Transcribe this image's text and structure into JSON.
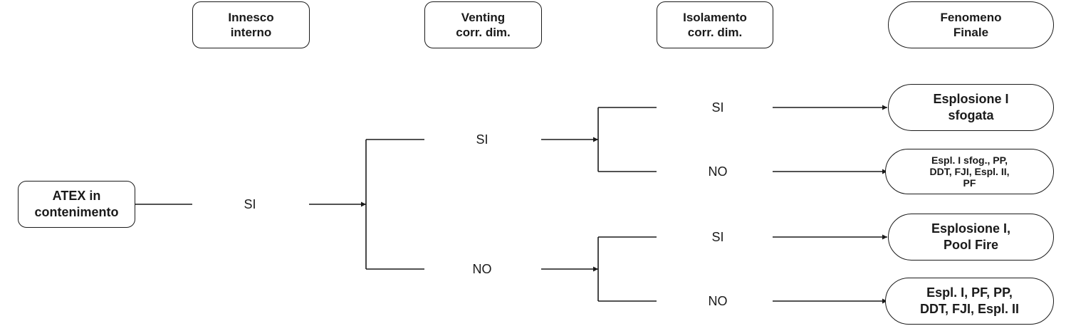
{
  "headers": {
    "innesco": [
      "Innesco",
      "interno"
    ],
    "venting": [
      "Venting",
      "corr. dim."
    ],
    "isolamento": [
      "Isolamento",
      "corr. dim."
    ],
    "fenomeno": [
      "Fenomeno",
      "Finale"
    ]
  },
  "start": [
    "ATEX in",
    "contenimento"
  ],
  "branches": {
    "innesco_si": "SI",
    "venting_si": "SI",
    "venting_no": "NO",
    "iso_a_si": "SI",
    "iso_a_no": "NO",
    "iso_b_si": "SI",
    "iso_b_no": "NO"
  },
  "outcomes": [
    [
      "Esplosione I",
      "sfogata"
    ],
    [
      "Espl. I sfog., PP,",
      "DDT, FJI, Espl. II,",
      "PF"
    ],
    [
      "Esplosione I,",
      "Pool Fire"
    ],
    [
      "Espl. I, PF, PP,",
      "DDT, FJI, Espl. II"
    ]
  ]
}
